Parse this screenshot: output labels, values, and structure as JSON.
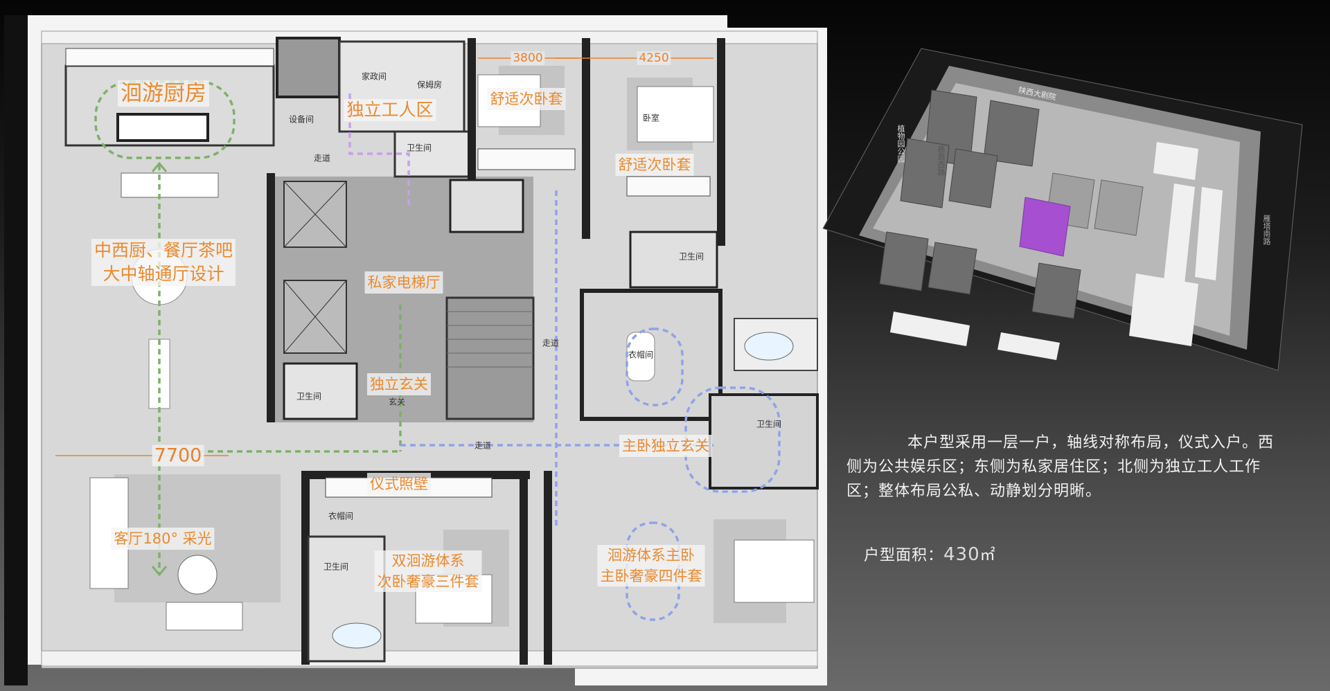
{
  "plan": {
    "labels": {
      "kitchen": "洄游厨房",
      "worker_zone": "独立工人区",
      "bedroom_a": "舒适次卧套",
      "bedroom_b": "舒适次卧套",
      "dining_line1": "中西厨、餐厅茶吧",
      "dining_line2": "大中轴通厅设计",
      "elevator_hall": "私家电梯厅",
      "foyer": "独立玄关",
      "master_foyer": "主卧独立玄关",
      "screen_wall": "仪式照壁",
      "living": "客厅180° 采光",
      "suite_line1": "双洄游体系",
      "suite_line2": "次卧奢豪三件套",
      "master_line1": "洄游体系主卧",
      "master_line2": "主卧奢豪四件套"
    },
    "dimensions": {
      "d1": "3800",
      "d2": "4250",
      "d3": "7700"
    },
    "rooms": {
      "equipment": "设备间",
      "housekeeping": "家政间",
      "nanny": "保姆房",
      "bath1": "卫生间",
      "bath2": "卫生间",
      "bath3": "卫生间",
      "bath4": "卫生间",
      "bath5": "卫生间",
      "corridor1": "走道",
      "corridor2": "走道",
      "corridor3": "走道",
      "bedroom": "卧室",
      "closet1": "衣帽间",
      "closet2": "衣帽间",
      "entry": "玄关"
    },
    "colors": {
      "label": "#ea8a2e",
      "path_public": "#7fb069",
      "path_worker": "#c9a0e8",
      "path_private": "#8fa3e8",
      "highlight_building": "#a64fd1"
    }
  },
  "site": {
    "roads": {
      "north": "陕西大剧院",
      "west_park": "植物园公园",
      "west_road": "慈恩西路",
      "east_road": "雁塔南路"
    }
  },
  "description": "本户型采用一层一户，轴线对称布局，仪式入户。西侧为公共娱乐区；东侧为私家居住区；北侧为独立工人工作区；整体布局公私、动静划分明晰。",
  "area": {
    "label": "户型面积：",
    "value": "430",
    "unit": "㎡"
  }
}
